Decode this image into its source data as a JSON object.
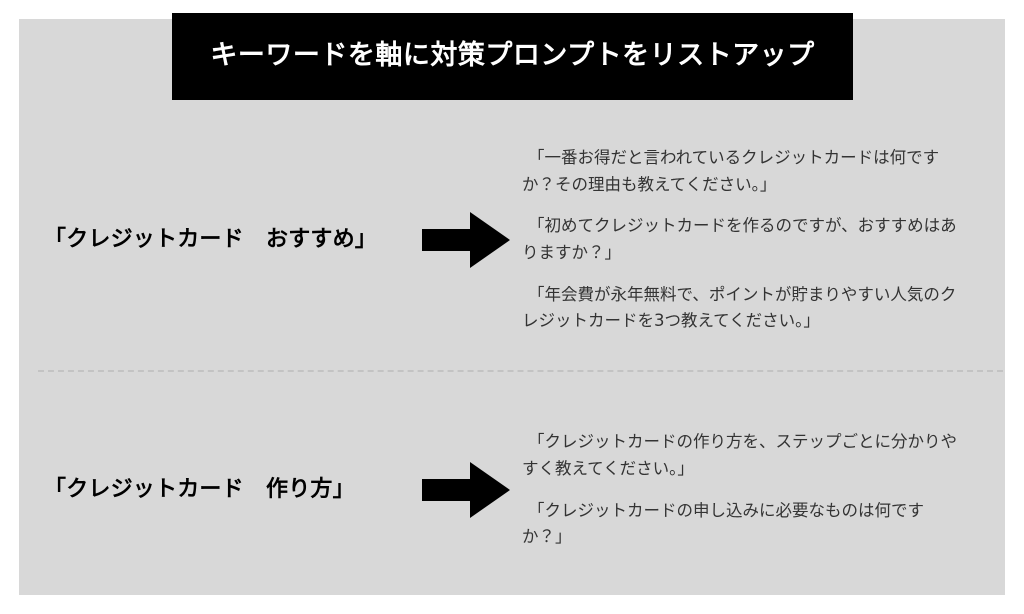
{
  "slide": {
    "background_color": "#d8d8d8",
    "page_color": "#ffffff",
    "title": "キーワードを軸に対策プロンプトをリストアップ",
    "title_bar_color": "#000000",
    "title_text_color": "#ffffff",
    "divider_color": "#c3c3c3"
  },
  "rows": [
    {
      "keyword": "「クレジットカード　おすすめ」",
      "arrow": "right-arrow-icon",
      "prompts": [
        "「一番お得だと言われているクレジットカードは何ですか？その理由も教えてください。」",
        "「初めてクレジットカードを作るのですが、おすすめはありますか？」",
        "「年会費が永年無料で、ポイントが貯まりやすい人気のクレジットカードを3つ教えてください。」"
      ]
    },
    {
      "keyword": "「クレジットカード　作り方」",
      "arrow": "right-arrow-icon",
      "prompts": [
        "「クレジットカードの作り方を、ステップごとに分かりやすく教えてください。」",
        "「クレジットカードの申し込みに必要なものは何ですか？」"
      ]
    }
  ]
}
